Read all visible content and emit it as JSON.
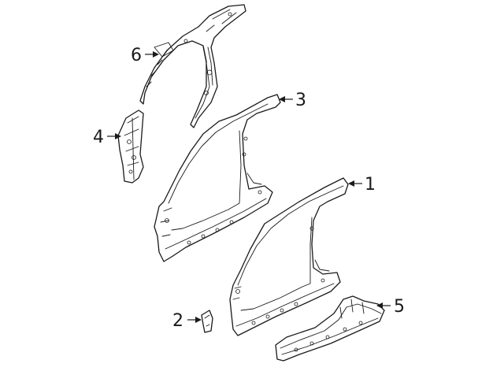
{
  "diagram": {
    "callouts": [
      {
        "label": "1"
      },
      {
        "label": "2"
      },
      {
        "label": "3"
      },
      {
        "label": "4"
      },
      {
        "label": "5"
      },
      {
        "label": "6"
      }
    ]
  },
  "colors": {
    "line": "#1a1a1a",
    "background": "#ffffff"
  }
}
